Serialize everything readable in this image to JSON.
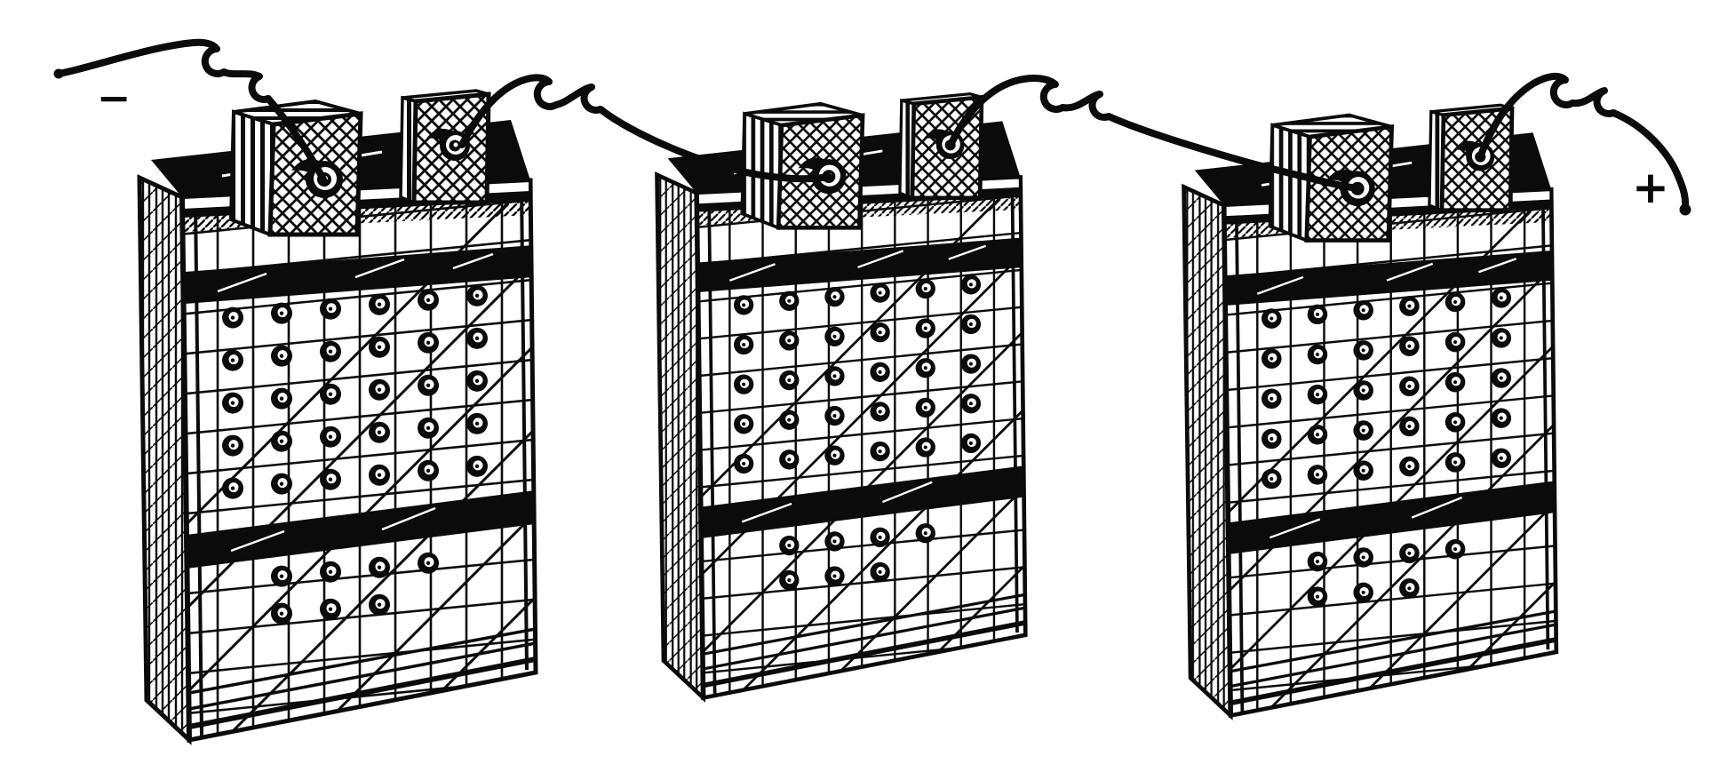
{
  "figure": {
    "description": "Three storage battery cells connected in series by curled wires",
    "cell_count": 3
  },
  "labels": {
    "negative": "−",
    "positive": "+"
  },
  "colors": {
    "ink": "#0b0b0b",
    "paper": "#ffffff"
  },
  "cells": [
    {
      "name": "cell-1"
    },
    {
      "name": "cell-2"
    },
    {
      "name": "cell-3"
    }
  ],
  "wires": [
    {
      "name": "negative-lead"
    },
    {
      "name": "jumper-cell1-cell2"
    },
    {
      "name": "jumper-cell2-cell3"
    },
    {
      "name": "positive-lead"
    }
  ]
}
